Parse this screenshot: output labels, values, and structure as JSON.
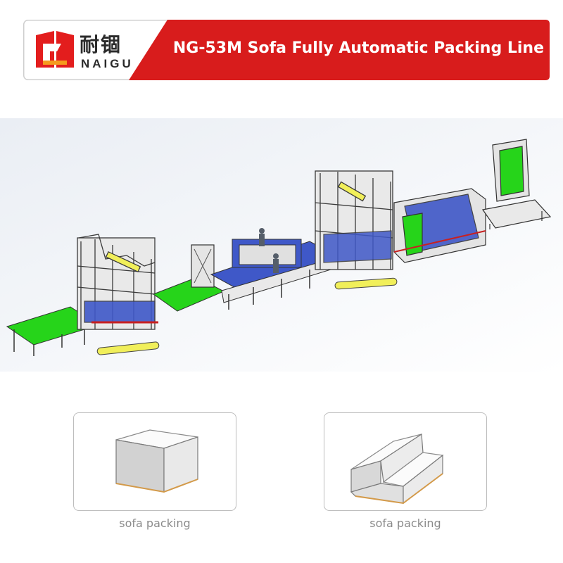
{
  "brand": {
    "name_cn": "耐锢",
    "name_en": "NAIGU",
    "logo_icon": "naigu-logo-icon"
  },
  "header": {
    "title": "NG-53M Sofa Fully Automatic Packing Line",
    "accent_color": "#d81c1c"
  },
  "scene": {
    "icon": "packing-line-illustration",
    "conveyor_color": "#26d41a",
    "frame_color": "#3a3a3a",
    "film_roll_color": "#f1ef5a",
    "table_color": "#3f58c8"
  },
  "products": [
    {
      "caption": "sofa packing",
      "icon": "box-sofa-icon"
    },
    {
      "caption": "sofa packing",
      "icon": "step-sofa-icon"
    }
  ]
}
